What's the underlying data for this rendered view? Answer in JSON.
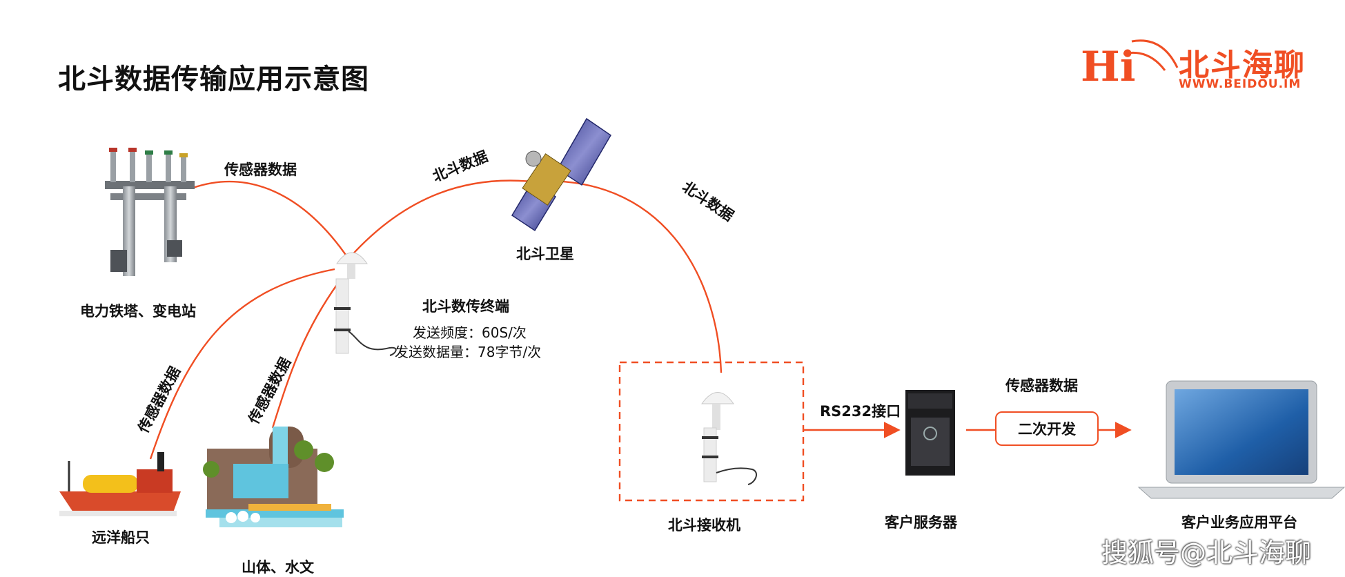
{
  "title": "北斗数据传输应用示意图",
  "logo": {
    "mark": "Hi",
    "name": "北斗海聊",
    "url": "WWW.BEIDOU.IM"
  },
  "nodes": {
    "tower": "电力铁塔、变电站",
    "ship": "远洋船只",
    "mountain": "山体、水文",
    "satellite": "北斗卫星",
    "terminal": {
      "name": "北斗数传终端",
      "freq": "发送频度：60S/次",
      "amount": "发送数据量：78字节/次"
    },
    "receiver": "北斗接收机",
    "server": "客户服务器",
    "platform": "客户业务应用平台"
  },
  "links": {
    "tower_sensor": "传感器数据",
    "ship_sensor": "传感器数据",
    "mountain_sensor": "传感器数据",
    "beidou_up": "北斗数据",
    "beidou_down": "北斗数据",
    "rs232": "RS232接口",
    "platform_sensor": "传感器数据",
    "dev": "二次开发"
  },
  "watermark": "搜狐号@北斗海聊",
  "colors": {
    "accent": "#f04e23",
    "laptop_screen": "#1f5fa8"
  }
}
